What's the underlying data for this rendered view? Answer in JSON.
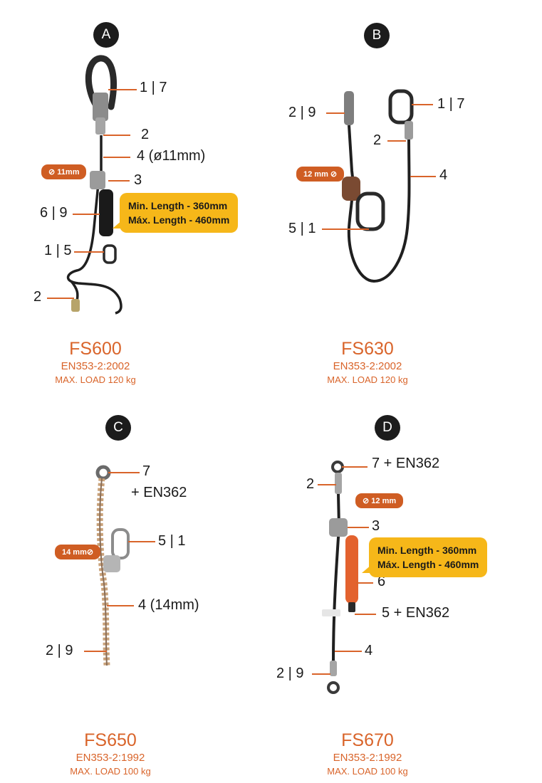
{
  "products": [
    {
      "badge": "A",
      "model": "FS600",
      "standard": "EN353-2:2002",
      "max_load": "MAX. LOAD 120 kg",
      "diameter_tag": "11mm",
      "length_box": [
        "Min. Length - 360mm",
        "Máx. Length - 460mm"
      ],
      "callouts": [
        "1 | 7",
        "2",
        "4 (ø11mm)",
        "3",
        "6 | 9",
        "1 | 5",
        "2"
      ]
    },
    {
      "badge": "B",
      "model": "FS630",
      "standard": "EN353-2:2002",
      "max_load": "MAX. LOAD 120 kg",
      "diameter_tag": "12 mm",
      "callouts": [
        "2 | 9",
        "1 | 7",
        "2",
        "4",
        "5 | 1"
      ]
    },
    {
      "badge": "C",
      "model": "FS650",
      "standard": "EN353-2:1992",
      "max_load": "MAX. LOAD 100 kg",
      "diameter_tag": "14 mm",
      "callouts": [
        "7",
        "+ EN362",
        "5 | 1",
        "4 (14mm)",
        "2 | 9"
      ]
    },
    {
      "badge": "D",
      "model": "FS670",
      "standard": "EN353-2:1992",
      "max_load": "MAX. LOAD 100 kg",
      "diameter_tag": "12 mm",
      "length_box": [
        "Min. Length - 360mm",
        "Máx. Length - 460mm"
      ],
      "callouts": [
        "7 + EN362",
        "2",
        "3",
        "6",
        "5 + EN362",
        "4",
        "2 | 9"
      ]
    }
  ],
  "colors": {
    "accent": "#d9642a",
    "highlight": "#f6b719",
    "tag": "#cf5d23",
    "badge": "#1c1c1c"
  }
}
